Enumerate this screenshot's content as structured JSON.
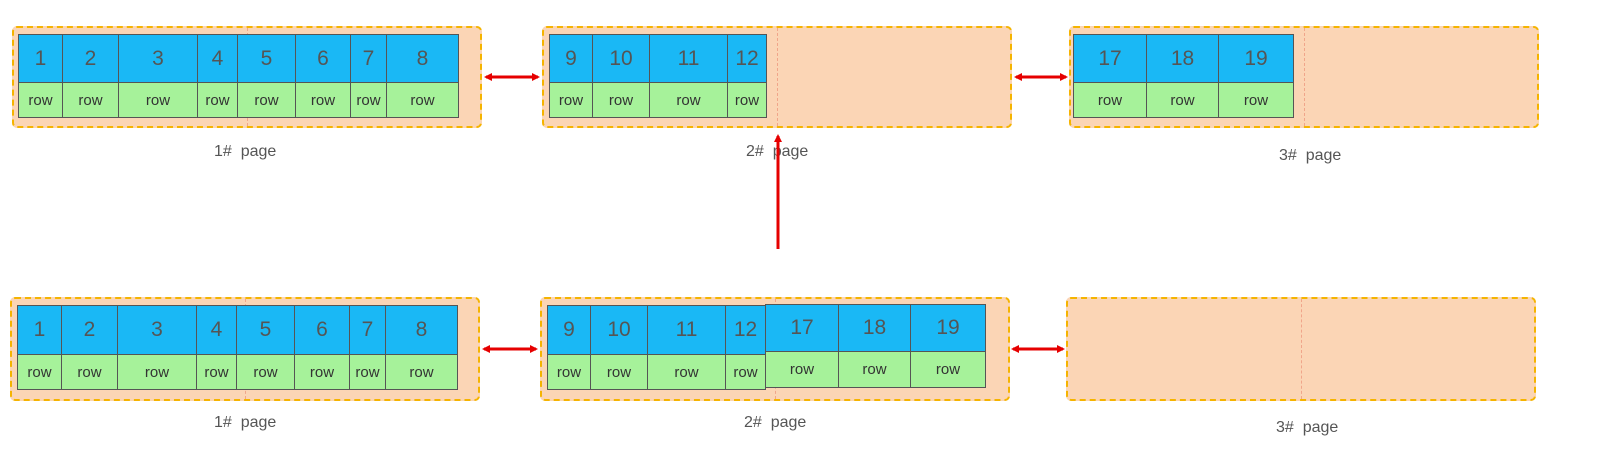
{
  "colors": {
    "key": "#1ab8f5",
    "row": "#a6f29a",
    "page": "#fbd5b5",
    "border": "#f5b400",
    "arrow": "#e60000"
  },
  "top": {
    "labels": [
      "1#  page",
      "2#  page",
      "3#  page"
    ],
    "page1_keys": [
      "1",
      "2",
      "3",
      "4",
      "5",
      "6",
      "7",
      "8"
    ],
    "page2_keys": [
      "9",
      "10",
      "11",
      "12"
    ],
    "page3_keys": [
      "17",
      "18",
      "19"
    ],
    "row_label": "row"
  },
  "bottom": {
    "labels": [
      "1#  page",
      "2#  page",
      "3#  page"
    ],
    "page1_keys": [
      "1",
      "2",
      "3",
      "4",
      "5",
      "6",
      "7",
      "8"
    ],
    "page2_keys": [
      "9",
      "10",
      "11",
      "12",
      "17",
      "18",
      "19"
    ],
    "row_label": "row"
  }
}
